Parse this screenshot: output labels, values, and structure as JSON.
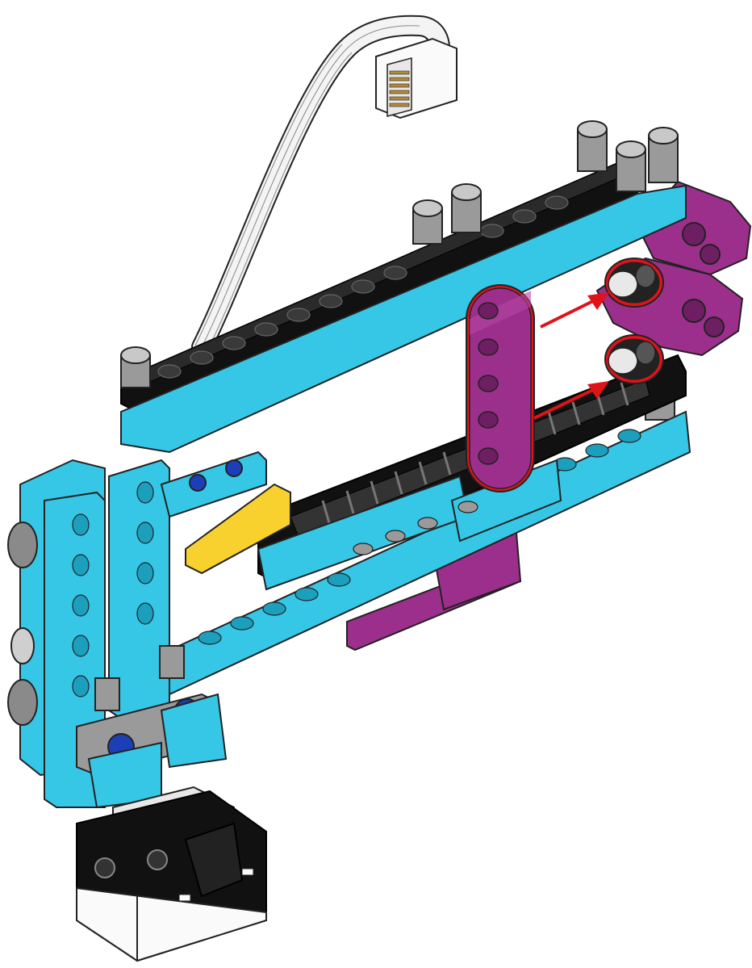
{
  "colors": {
    "background": "#ffffff",
    "azure": "#36c7e6",
    "azure_dark": "#1c9fbd",
    "black": "#111111",
    "magenta": "#9b2f8b",
    "magenta_dark": "#6e1f63",
    "yellow": "#f8d12e",
    "gray_pin": "#9a9a9a",
    "blue_pin": "#1c3fb8",
    "highlight_red": "#e0131a",
    "cable_white": "#f4f4f4",
    "sensor_white": "#fafafa"
  },
  "parts": {
    "cable": "white-cable",
    "connector": "cable-connector",
    "top_beam": "black-beam",
    "rack": "black-gear-rack",
    "highlighted_beam": "magenta-beam",
    "pins": "gray-friction-pins",
    "arrows": "red-insertion-arrows",
    "sensor": "black-white-sensor"
  }
}
